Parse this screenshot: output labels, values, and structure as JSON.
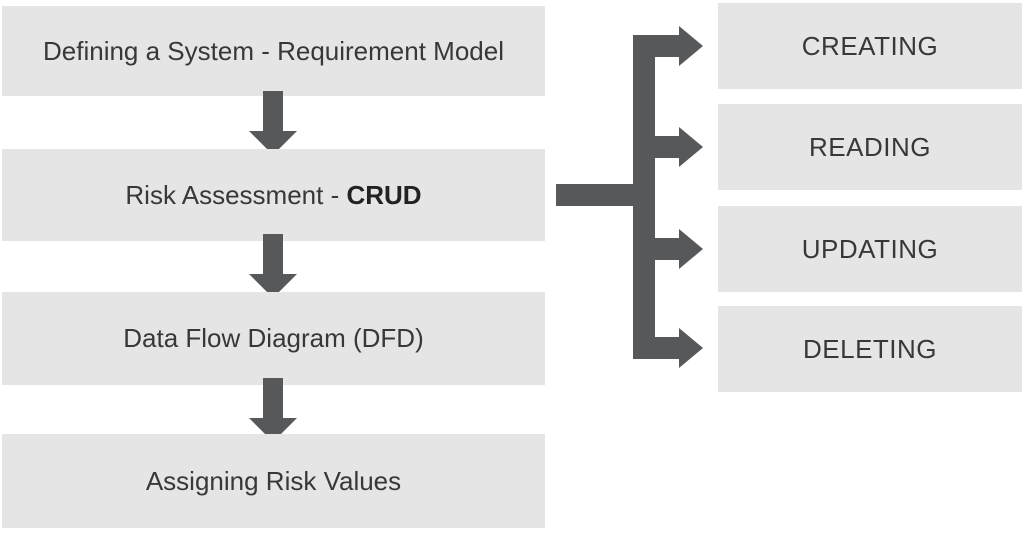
{
  "diagram": {
    "steps": [
      {
        "text": "Defining a System - Requirement Model",
        "bold": ""
      },
      {
        "text": "Risk Assessment - ",
        "bold": "CRUD"
      },
      {
        "text": "Data Flow Diagram (DFD)",
        "bold": ""
      },
      {
        "text": "Assigning Risk Values",
        "bold": ""
      }
    ],
    "operations": [
      {
        "label": "CREATING"
      },
      {
        "label": "READING"
      },
      {
        "label": "UPDATING"
      },
      {
        "label": "DELETING"
      }
    ],
    "colors": {
      "background": "#ffffff",
      "box_fill": "#e5e5e5",
      "arrow": "#57585a",
      "text": "#383838"
    }
  }
}
